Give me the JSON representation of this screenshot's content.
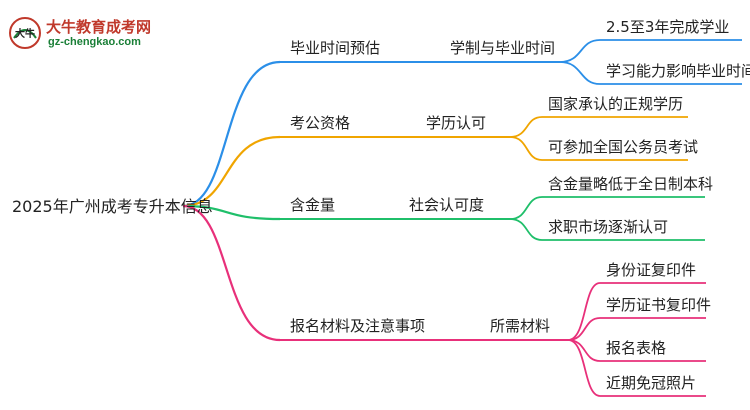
{
  "logo": {
    "name": "大牛教育成考网",
    "url": "gz-chengkao.com",
    "badge_text": "大牛"
  },
  "root": {
    "label": "2025年广州成考专升本信息"
  },
  "branches": [
    {
      "label": "毕业时间预估",
      "color": "#2b8fe8",
      "child": "学制与毕业时间",
      "leaves": [
        "2.5至3年完成学业",
        "学习能力影响毕业时间"
      ]
    },
    {
      "label": "考公资格",
      "color": "#f0a500",
      "child": "学历认可",
      "leaves": [
        "国家承认的正规学历",
        "可参加全国公务员考试"
      ]
    },
    {
      "label": "含金量",
      "color": "#1fbf6a",
      "child": "社会认可度",
      "leaves": [
        "含金量略低于全日制本科",
        "求职市场逐渐认可"
      ]
    },
    {
      "label": "报名材料及注意事项",
      "color": "#e8307a",
      "child": "所需材料",
      "leaves": [
        "身份证复印件",
        "学历证书复印件",
        "报名表格",
        "近期免冠照片"
      ]
    }
  ]
}
